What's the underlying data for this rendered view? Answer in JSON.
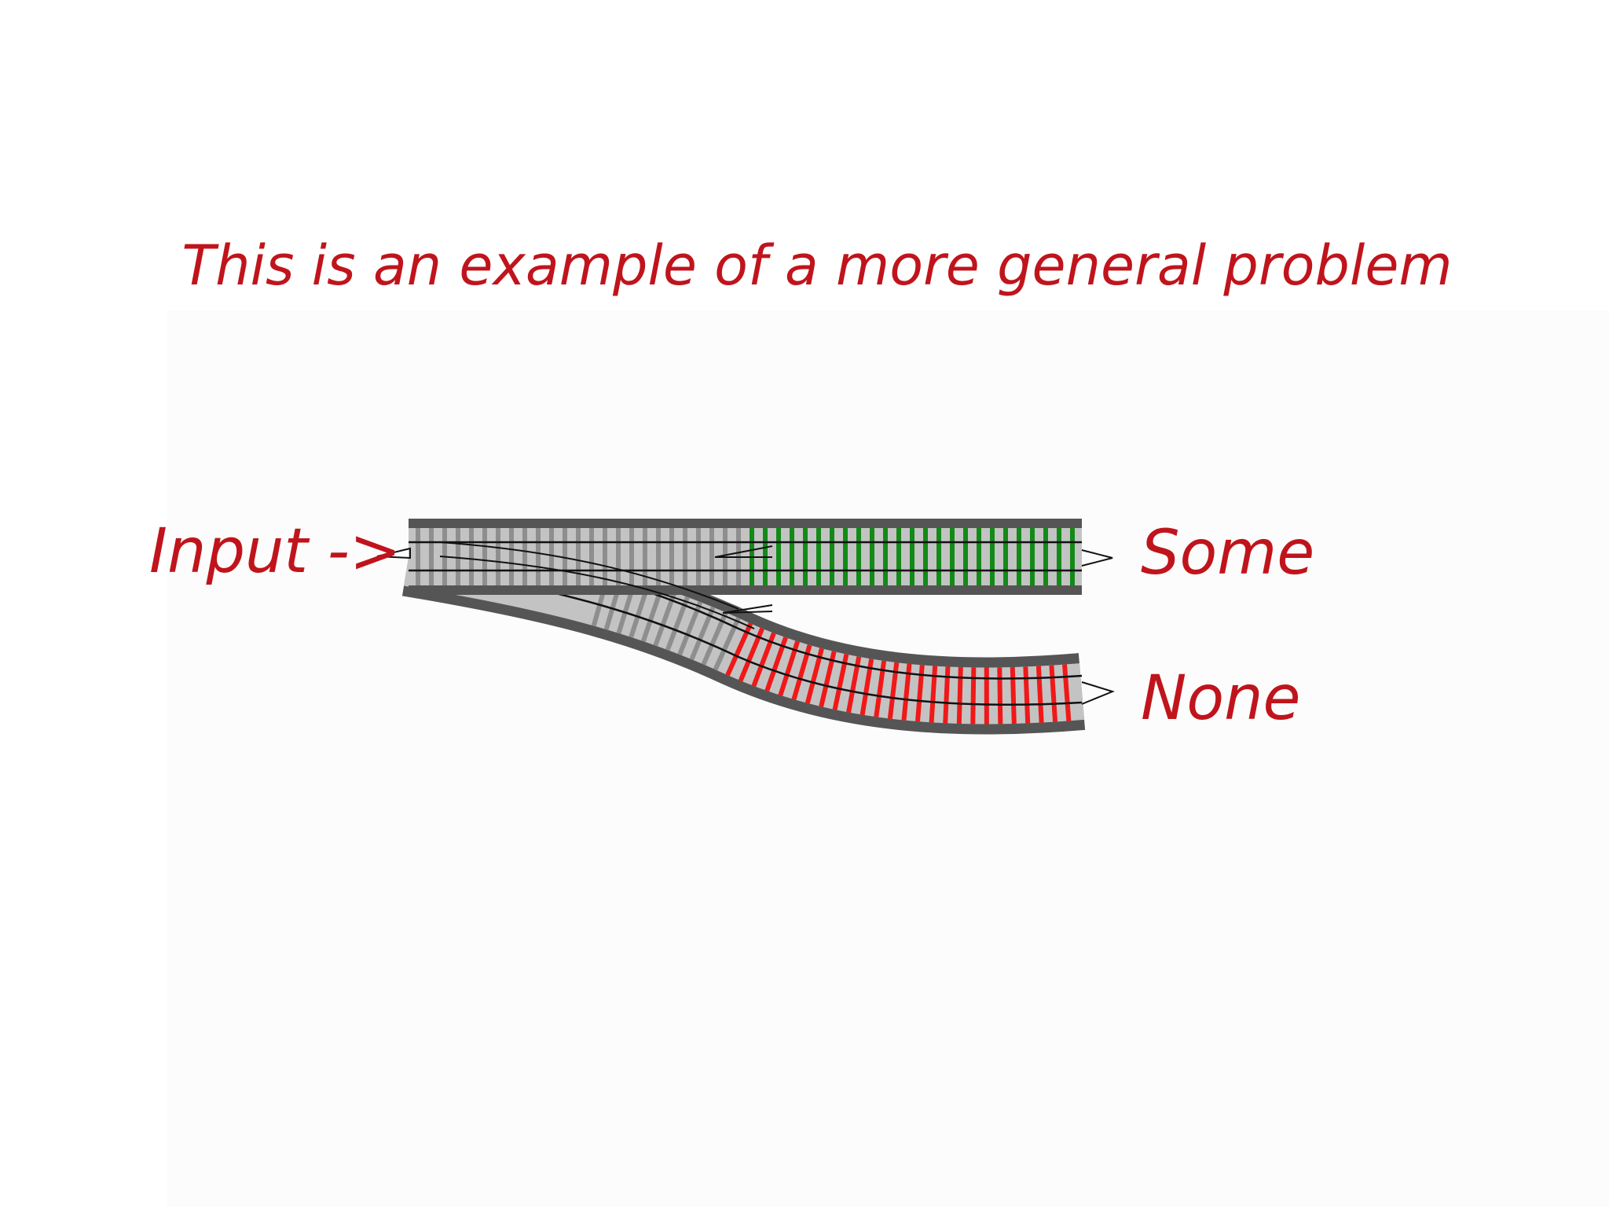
{
  "title": "This is an example of a more general problem",
  "labels": {
    "input": "Input ->",
    "some": "Some",
    "none": "None"
  },
  "colors": {
    "text": "#c0141c",
    "track_border": "#555555",
    "track_bed": "#c3c3c3",
    "sleeper_gray": "#8e8e8e",
    "sleeper_some": "#138a17",
    "sleeper_none": "#f01818",
    "rail": "#111111"
  }
}
